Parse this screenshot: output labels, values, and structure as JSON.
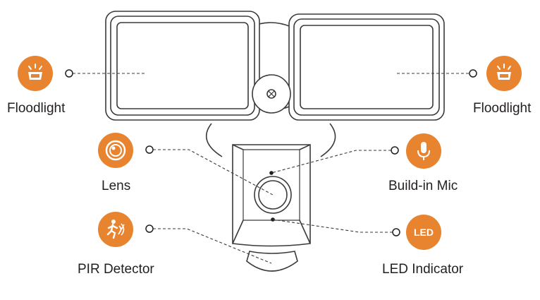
{
  "diagram": {
    "accent_color": "#e8842f",
    "line_color": "#3a3a3a",
    "callouts": [
      {
        "id": "floodlight-left",
        "label": "Floodlight",
        "icon": "floodlight-icon"
      },
      {
        "id": "floodlight-right",
        "label": "Floodlight",
        "icon": "floodlight-icon"
      },
      {
        "id": "lens",
        "label": "Lens",
        "icon": "lens-icon"
      },
      {
        "id": "build-in-mic",
        "label": "Build-in Mic",
        "icon": "microphone-icon"
      },
      {
        "id": "pir-detector",
        "label": "PIR Detector",
        "icon": "pir-detector-icon"
      },
      {
        "id": "led-indicator",
        "label": "LED Indicator",
        "icon": "led-icon",
        "icon_text": "LED"
      }
    ]
  }
}
